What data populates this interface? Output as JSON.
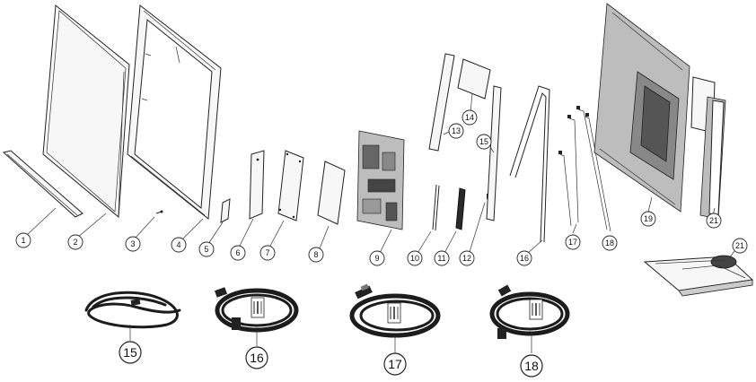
{
  "callouts": {
    "c1": "1",
    "c2": "2",
    "c3": "3",
    "c4": "4",
    "c5": "5",
    "c6": "6",
    "c7": "7",
    "c8": "8",
    "c9": "9",
    "c10": "10",
    "c11": "11",
    "c12": "12",
    "c13": "13",
    "c14": "14",
    "c15": "15",
    "c16": "16",
    "c17": "17",
    "c18": "18",
    "c19": "19",
    "c21a": "21",
    "c21b": "21",
    "cable15": "15",
    "cable16": "16",
    "cable17": "17",
    "cable18": "18"
  },
  "cable_labels": {
    "label": "barcode-label"
  }
}
